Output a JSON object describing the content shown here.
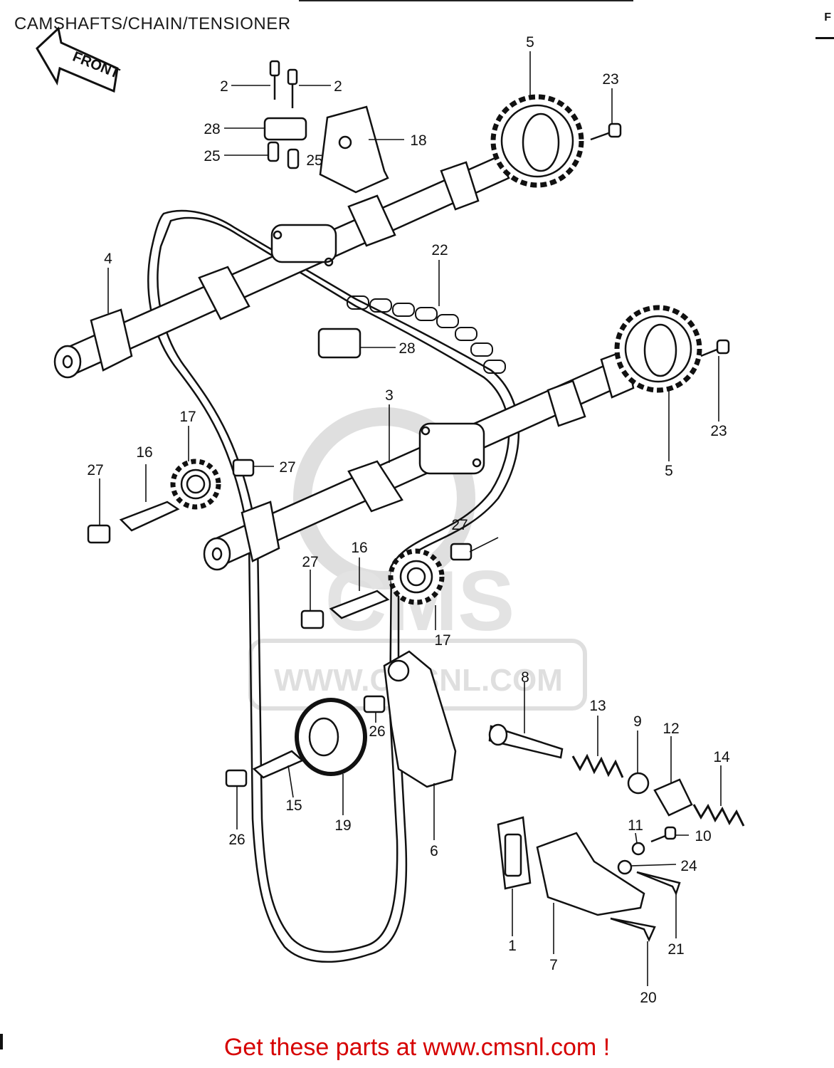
{
  "title": "CAMSHAFTS/CHAIN/TENSIONER",
  "front_label": "FRONT",
  "corner_letter": "F",
  "watermark": {
    "brand": "CMS",
    "url": "WWW.CMSNL.COM"
  },
  "footer": "Get these parts at www.cmsnl.com !",
  "colors": {
    "line": "#111111",
    "footer": "#d60000",
    "watermark": "#dcdcdc"
  },
  "parts": [
    {
      "id": "p2a",
      "num": "2"
    },
    {
      "id": "p2b",
      "num": "2"
    },
    {
      "id": "p28a",
      "num": "28"
    },
    {
      "id": "p25a",
      "num": "25"
    },
    {
      "id": "p25b",
      "num": "25"
    },
    {
      "id": "p18",
      "num": "18"
    },
    {
      "id": "p5a",
      "num": "5"
    },
    {
      "id": "p23a",
      "num": "23"
    },
    {
      "id": "p4",
      "num": "4"
    },
    {
      "id": "p22",
      "num": "22"
    },
    {
      "id": "p28b",
      "num": "28"
    },
    {
      "id": "p3",
      "num": "3"
    },
    {
      "id": "p23b",
      "num": "23"
    },
    {
      "id": "p5b",
      "num": "5"
    },
    {
      "id": "p17a",
      "num": "17"
    },
    {
      "id": "p16a",
      "num": "16"
    },
    {
      "id": "p27a",
      "num": "27"
    },
    {
      "id": "p27b",
      "num": "27"
    },
    {
      "id": "p27c",
      "num": "27"
    },
    {
      "id": "p16b",
      "num": "16"
    },
    {
      "id": "p27d",
      "num": "27"
    },
    {
      "id": "p17b",
      "num": "17"
    },
    {
      "id": "p8",
      "num": "8"
    },
    {
      "id": "p13",
      "num": "13"
    },
    {
      "id": "p9",
      "num": "9"
    },
    {
      "id": "p12",
      "num": "12"
    },
    {
      "id": "p14",
      "num": "14"
    },
    {
      "id": "p26a",
      "num": "26"
    },
    {
      "id": "p15",
      "num": "15"
    },
    {
      "id": "p19",
      "num": "19"
    },
    {
      "id": "p6",
      "num": "6"
    },
    {
      "id": "p26b",
      "num": "26"
    },
    {
      "id": "p11",
      "num": "11"
    },
    {
      "id": "p10",
      "num": "10"
    },
    {
      "id": "p24",
      "num": "24"
    },
    {
      "id": "p1",
      "num": "1"
    },
    {
      "id": "p7",
      "num": "7"
    },
    {
      "id": "p21",
      "num": "21"
    },
    {
      "id": "p20",
      "num": "20"
    }
  ]
}
